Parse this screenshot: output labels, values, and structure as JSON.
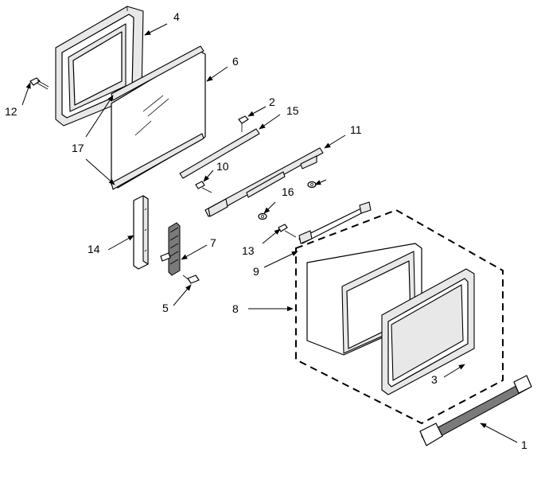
{
  "callouts": [
    {
      "id": "c1",
      "label": "1"
    },
    {
      "id": "c2",
      "label": "2"
    },
    {
      "id": "c3",
      "label": "3"
    },
    {
      "id": "c4",
      "label": "4"
    },
    {
      "id": "c5",
      "label": "5"
    },
    {
      "id": "c6",
      "label": "6"
    },
    {
      "id": "c7",
      "label": "7"
    },
    {
      "id": "c8",
      "label": "8"
    },
    {
      "id": "c9",
      "label": "9"
    },
    {
      "id": "c10",
      "label": "10"
    },
    {
      "id": "c11",
      "label": "11"
    },
    {
      "id": "c12",
      "label": "12"
    },
    {
      "id": "c13",
      "label": "13"
    },
    {
      "id": "c14",
      "label": "14"
    },
    {
      "id": "c15",
      "label": "15"
    },
    {
      "id": "c16",
      "label": "16"
    },
    {
      "id": "c17a",
      "label": "17"
    }
  ]
}
